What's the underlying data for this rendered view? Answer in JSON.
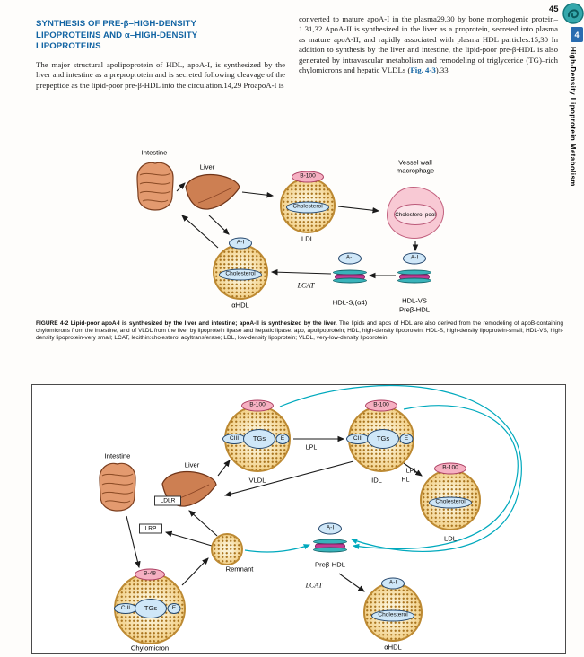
{
  "page": {
    "number": "45"
  },
  "sidebar": {
    "chapter_tab": "4",
    "vertical_title": "High-Density Lipoprotein Metabolism"
  },
  "article": {
    "heading": "SYNTHESIS OF PRE-β–HIGH-DENSITY LIPOPROTEINS AND α–HIGH-DENSITY LIPOPROTEINS",
    "left_column": "The major structural apolipoprotein of HDL, apoA-I, is synthesized by the liver and intestine as a preproprotein and is secreted following cleavage of the prepeptide as the lipid-poor pre-β-HDL into the circulation.14,29 ProapoA-I is",
    "right_column_a": "converted to mature apoA-I in the plasma29,30 by bone morphogenic protein–1.31,32 ApoA-II is synthesized in the liver as a proprotein, secreted into plasma as mature apoA-II, and rapidly associated with plasma HDL particles.15,30 In addition to synthesis by the liver and intestine, the lipid-poor pre-β-HDL is also generated by intravascular metabolism and remodeling of triglyceride (TG)–rich chylomicrons and hepatic VLDLs (",
    "fig_ref": "Fig. 4-3",
    "right_column_b": ").33"
  },
  "figure2": {
    "intestine": "Intestine",
    "liver": "Liver",
    "b100": "B-100",
    "cholesterol": "Cholesterol",
    "ldl": "LDL",
    "macrophage_label": "Vessel wall macrophage",
    "cholesterol_pool": "Cholesterol pool",
    "a1": "A-I",
    "alpha_hdl": "αHDL",
    "lcat": "LCAT",
    "hdl_s": "HDL-S,(α4)",
    "hdl_vs": "HDL-VS",
    "prebeta_hdl": "Preβ-HDL",
    "caption_bold": "FIGURE 4-2 Lipid-poor apoA-I is synthesized by the liver and intestine; apoA-II is synthesized by the liver.",
    "caption_text": "The lipids and apos of HDL are also derived from the remodeling of apoB-containing chylomicrons from the intestine, and of VLDL from the liver by lipoprotein lipase and hepatic lipase. apo, apolipoprotein; HDL, high-density lipoprotein; HDL-S, high-density lipoprotein-small; HDL-VS, high-density lipoprotein-very small; LCAT, lecithin:cholesterol acyltransferase; LDL, low-density lipoprotein; VLDL, very-low-density lipoprotein."
  },
  "figure3": {
    "intestine": "Intestine",
    "liver": "Liver",
    "b100": "B-100",
    "b48": "B-48",
    "ciii": "CIII",
    "tgs": "TGs",
    "e": "E",
    "lpl": "LPL",
    "hl": "HL",
    "vldl": "VLDL",
    "idl": "IDL",
    "ldl": "LDL",
    "ldlr": "LDLR",
    "lrp": "LRP",
    "remnant": "Remnant",
    "chylomicron": "Chylomicron",
    "cholesterol": "Cholesterol",
    "a1": "A-I",
    "prebeta_hdl": "Preβ-HDL",
    "lcat": "LCAT",
    "alpha_hdl": "αHDL"
  },
  "colors": {
    "heading_blue": "#1264a3",
    "teal_arrow": "#00a9bd",
    "particle_gold": "#eec268",
    "pink_apo": "#f6b0c2"
  }
}
